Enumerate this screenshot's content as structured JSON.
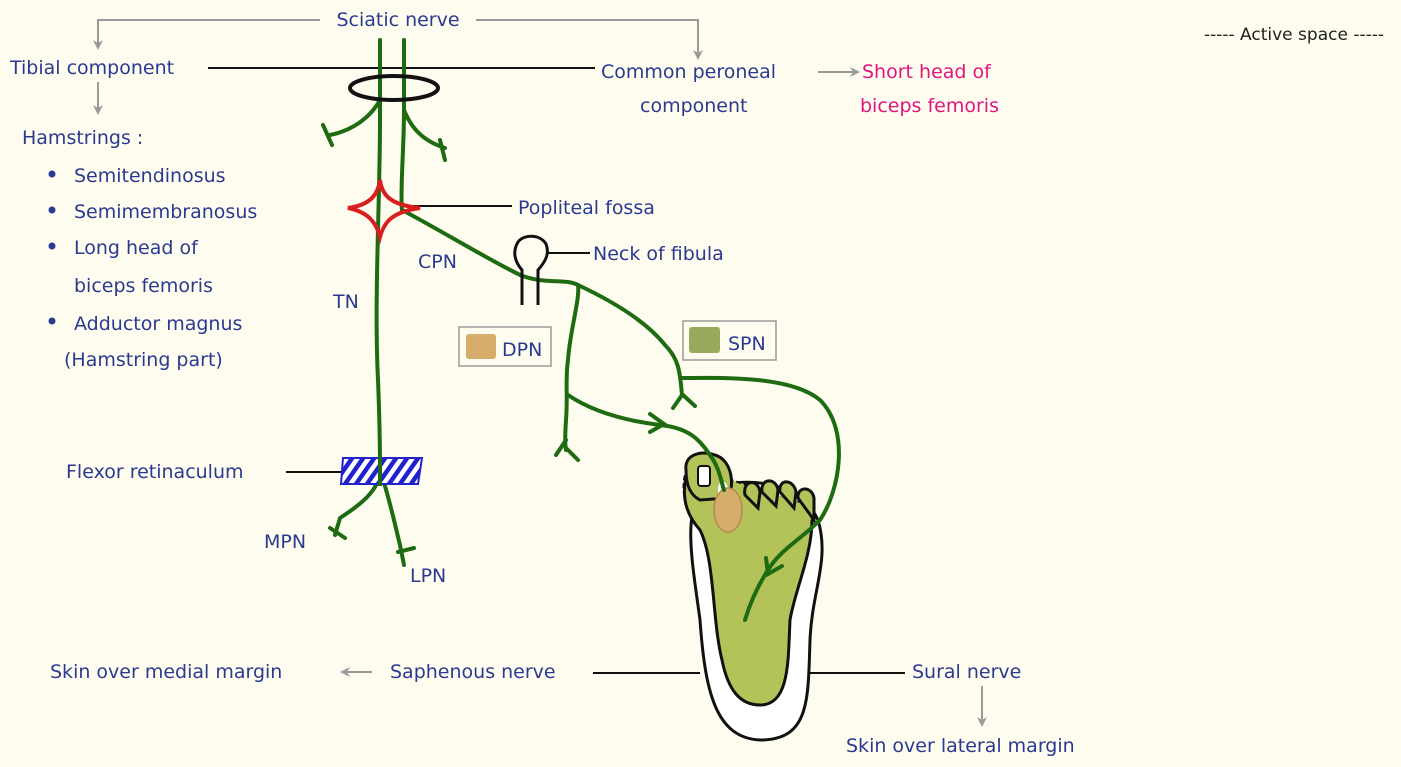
{
  "title": "Sciatic nerve",
  "branches": {
    "tibial": "Tibial component",
    "common_peroneal_line1": "Common peroneal",
    "common_peroneal_line2": "component",
    "short_head_line1": "Short head of",
    "short_head_line2": "biceps femoris"
  },
  "hamstrings": {
    "heading": "Hamstrings :",
    "items": [
      "Semitendinosus",
      "Semimembranosus",
      "Long head of",
      "biceps femoris",
      "Adductor magnus",
      "(Hamstring part)"
    ]
  },
  "labels": {
    "popliteal_fossa": "Popliteal fossa",
    "neck_of_fibula": "Neck of fibula",
    "cpn": "CPN",
    "tn": "TN",
    "dpn": "DPN",
    "spn": "SPN",
    "flexor_retinaculum": "Flexor retinaculum",
    "mpn": "MPN",
    "lpn": "LPN",
    "saphenous_nerve": "Saphenous nerve",
    "skin_medial": "Skin over medial margin",
    "sural_nerve": "Sural nerve",
    "skin_lateral": "Skin over lateral margin",
    "active_space": "----- Active space -----"
  },
  "colors": {
    "background": "#fdfcef",
    "nerve": "#1f6b12",
    "text": "#2b3a8f",
    "highlight": "#e0157e",
    "popliteal": "#d81e1e",
    "retinaculum": "#2222cc",
    "foot": "#b3c35a",
    "dpn_swatch": "#d6ad6b",
    "spn_swatch": "#9aaa5c"
  }
}
